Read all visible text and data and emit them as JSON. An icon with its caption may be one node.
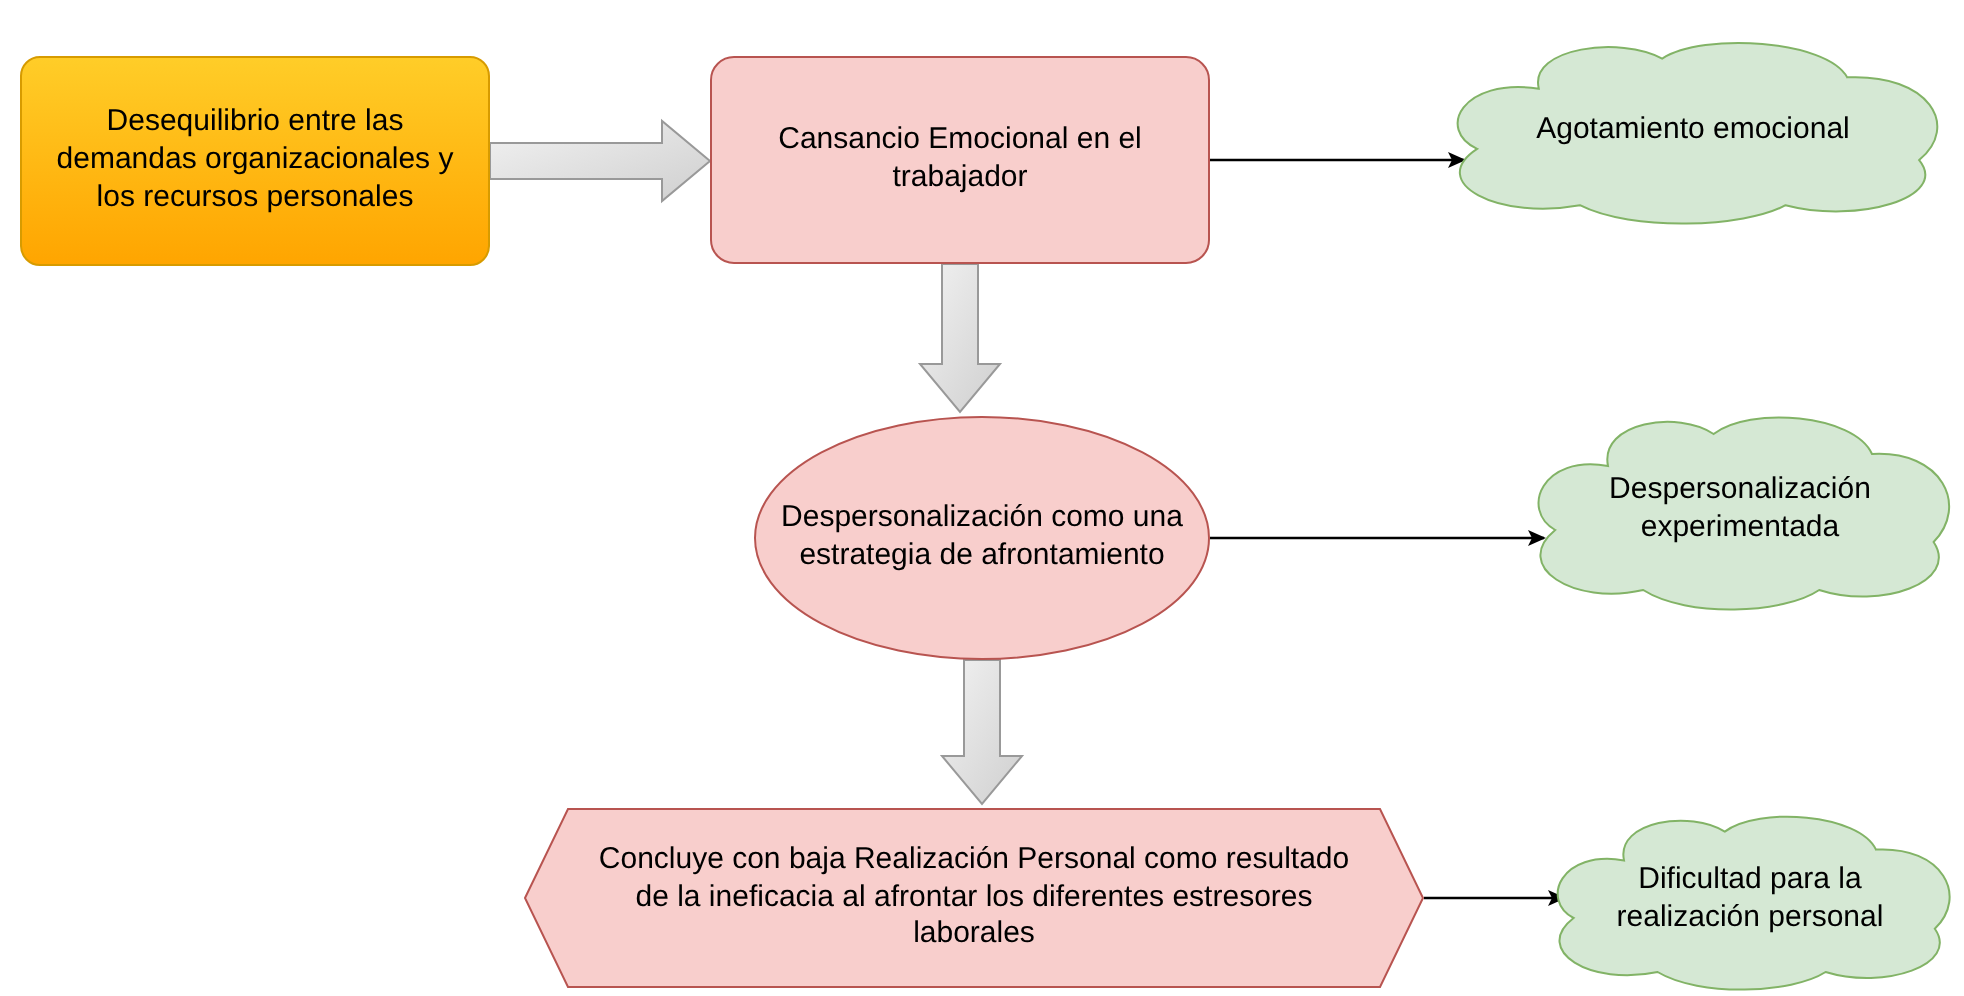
{
  "diagram": {
    "nodes": [
      {
        "text": [
          "Desequilibrio entre las demandas organizacionales y los recursos personales"
        ]
      },
      {
        "text": [
          "Cansancio Emocional en el trabajador"
        ]
      },
      {
        "text": [
          "Agotamiento emocional"
        ]
      },
      {
        "text": [
          "Despersonalización como una estrategia de afrontamiento"
        ]
      },
      {
        "text": [
          "Despersonalización experimentada"
        ]
      },
      {
        "text": [
          "Concluye con baja Realización Personal como resultado de la ineficacia al afrontar los diferentes estresores laborales"
        ]
      },
      {
        "text": [
          "Dificultad para la realización personal"
        ]
      }
    ],
    "edges": [
      {
        "from": 0,
        "to": 1,
        "arrow": "to",
        "style": "thick",
        "color": "#999999"
      },
      {
        "from": 1,
        "to": 2,
        "arrow": "to"
      },
      {
        "from": 1,
        "to": 3,
        "arrow": "to",
        "style": "thick",
        "color": "#999999"
      },
      {
        "from": 3,
        "to": 4,
        "arrow": "to"
      },
      {
        "from": 3,
        "to": 5,
        "arrow": "to",
        "style": "thick",
        "color": "#999999"
      },
      {
        "from": 5,
        "to": 6,
        "arrow": "to"
      }
    ]
  }
}
